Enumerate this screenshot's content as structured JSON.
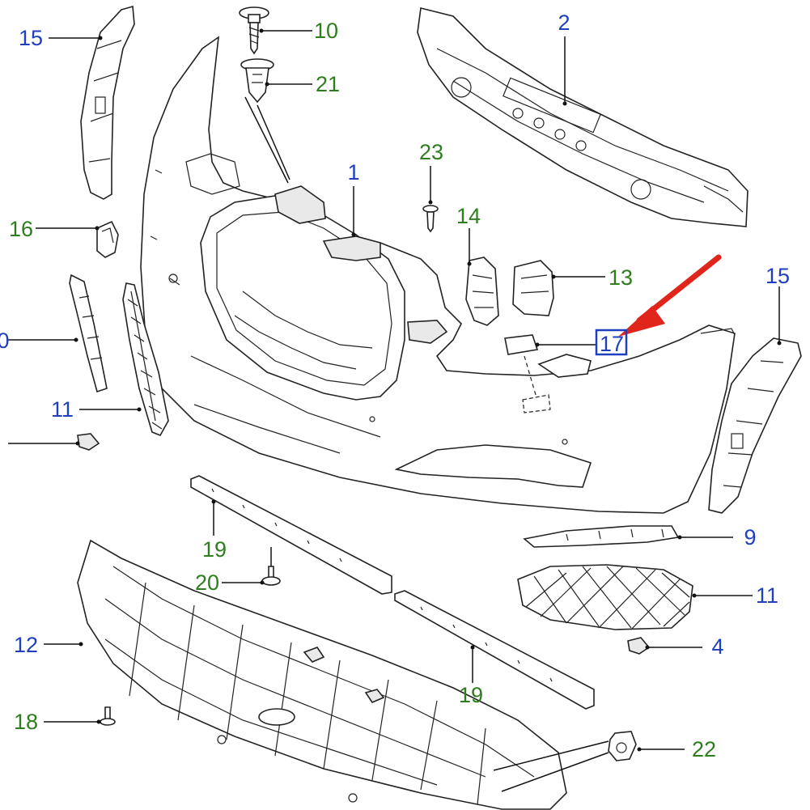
{
  "diagram": {
    "callouts": [
      {
        "id": "c15a",
        "label": "15",
        "color": "blue"
      },
      {
        "id": "c10",
        "label": "10",
        "color": "green"
      },
      {
        "id": "c21",
        "label": "21",
        "color": "green"
      },
      {
        "id": "c2",
        "label": "2",
        "color": "blue"
      },
      {
        "id": "c23",
        "label": "23",
        "color": "green"
      },
      {
        "id": "c1",
        "label": "1",
        "color": "blue"
      },
      {
        "id": "c16",
        "label": "16",
        "color": "green"
      },
      {
        "id": "c14",
        "label": "14",
        "color": "green"
      },
      {
        "id": "c13",
        "label": "13",
        "color": "green"
      },
      {
        "id": "c15b",
        "label": "15",
        "color": "blue"
      },
      {
        "id": "c0",
        "label": "0",
        "color": "blue"
      },
      {
        "id": "c17",
        "label": "17",
        "color": "blue",
        "highlighted": true
      },
      {
        "id": "c11a",
        "label": "11",
        "color": "blue"
      },
      {
        "id": "c9",
        "label": "9",
        "color": "blue"
      },
      {
        "id": "c19a",
        "label": "19",
        "color": "green"
      },
      {
        "id": "c20",
        "label": "20",
        "color": "green"
      },
      {
        "id": "c11b",
        "label": "11",
        "color": "blue"
      },
      {
        "id": "c12",
        "label": "12",
        "color": "blue"
      },
      {
        "id": "c4",
        "label": "4",
        "color": "blue"
      },
      {
        "id": "c19b",
        "label": "19",
        "color": "green"
      },
      {
        "id": "c18",
        "label": "18",
        "color": "green"
      },
      {
        "id": "c22",
        "label": "22",
        "color": "green"
      }
    ],
    "colors": {
      "blue_label": "#1f3fbf",
      "green_label": "#2e7d1e",
      "highlight_arrow": "#e0261b",
      "highlight_box": "#1f3fbf"
    }
  }
}
